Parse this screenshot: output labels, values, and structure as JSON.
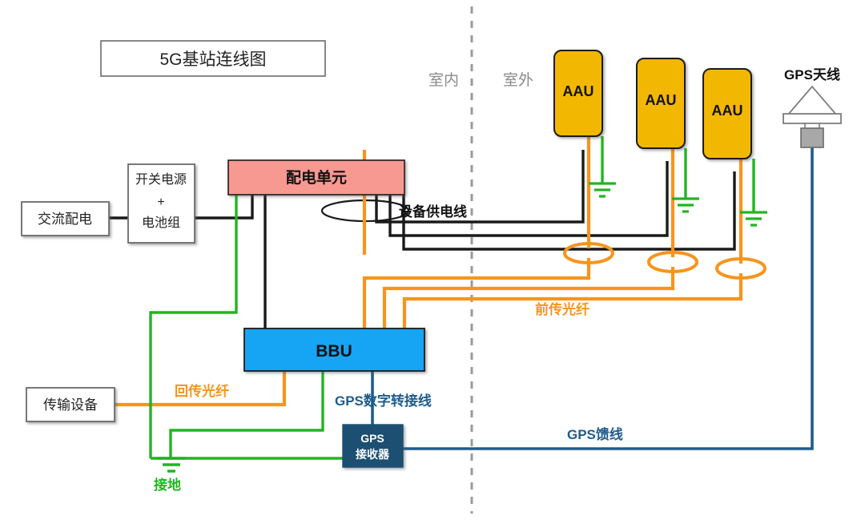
{
  "title_box": {
    "label": "5G基站连线图"
  },
  "zones": {
    "indoor": "室内",
    "outdoor": "室外"
  },
  "nodes": {
    "ac_power": {
      "label": "交流配电"
    },
    "psu_battery": {
      "line1": "开关电源",
      "line2": "+",
      "line3": "电池组"
    },
    "pdu": {
      "label": "配电单元"
    },
    "bbu": {
      "label": "BBU"
    },
    "transport": {
      "label": "传输设备"
    },
    "gps_receiver": {
      "line1": "GPS",
      "line2": "接收器"
    },
    "gps_antenna": {
      "label": "GPS天线"
    },
    "aau1": {
      "label": "AAU"
    },
    "aau2": {
      "label": "AAU"
    },
    "aau3": {
      "label": "AAU"
    }
  },
  "cable_labels": {
    "device_power": "设备供电线",
    "fronthaul_fiber": "前传光纤",
    "backhaul_fiber": "回传光纤",
    "gps_digital_adapter": "GPS数字转接线",
    "gps_feeder": "GPS馈线",
    "grounding": "接地"
  },
  "colors": {
    "power_black": "#1a1a1a",
    "fiber_orange": "#F7941E",
    "ground_green": "#22B422",
    "gps_navy": "#1F5C8B",
    "pdu_fill": "#F79891",
    "bbu_fill": "#12A5F4",
    "aau_fill": "#F2B705",
    "gps_box_fill": "#1B4F72",
    "box_stroke": "#6b6b6b",
    "zone_text": "#8a8a8a",
    "divider": "#9a9a9a"
  },
  "icons": {
    "ground_symbol": "ground-symbol",
    "cable_coil": "cable-coil-ellipse",
    "antenna_dome": "antenna-dome"
  }
}
